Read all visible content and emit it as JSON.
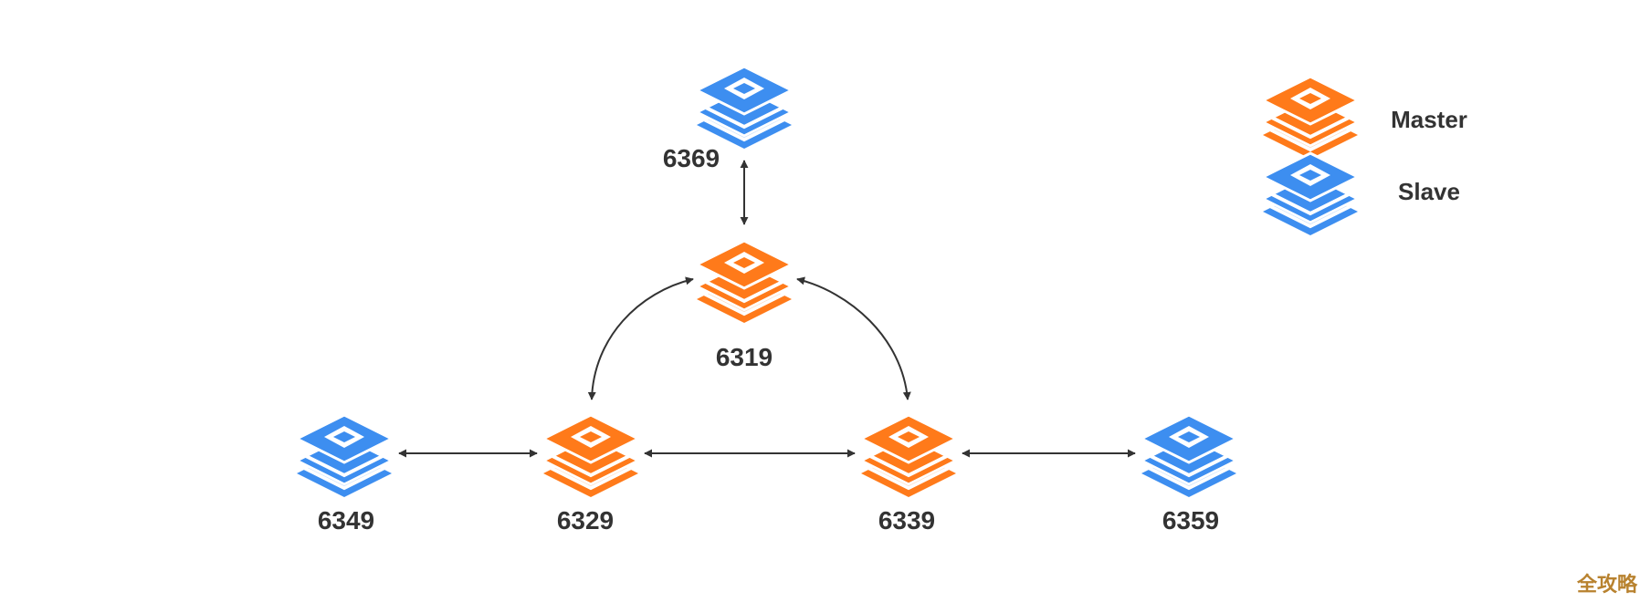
{
  "colors": {
    "master": "#ff7a1a",
    "slave": "#3d8ef0",
    "edge": "#333333",
    "label": "#333333"
  },
  "icon_names": {
    "master": "redis-master-stack-icon",
    "slave": "redis-slave-stack-icon"
  },
  "legend": {
    "master_label": "Master",
    "slave_label": "Slave"
  },
  "nodes": {
    "n6369": {
      "label": "6369",
      "role": "slave"
    },
    "n6319": {
      "label": "6319",
      "role": "master"
    },
    "n6349": {
      "label": "6349",
      "role": "slave"
    },
    "n6329": {
      "label": "6329",
      "role": "master"
    },
    "n6339": {
      "label": "6339",
      "role": "master"
    },
    "n6359": {
      "label": "6359",
      "role": "slave"
    }
  },
  "edges": [
    {
      "from": "6369",
      "to": "6319",
      "bidirectional": true
    },
    {
      "from": "6319",
      "to": "6329",
      "bidirectional": true
    },
    {
      "from": "6319",
      "to": "6339",
      "bidirectional": true
    },
    {
      "from": "6349",
      "to": "6329",
      "bidirectional": true
    },
    {
      "from": "6329",
      "to": "6339",
      "bidirectional": true
    },
    {
      "from": "6339",
      "to": "6359",
      "bidirectional": true
    }
  ],
  "watermark": "全攻略"
}
